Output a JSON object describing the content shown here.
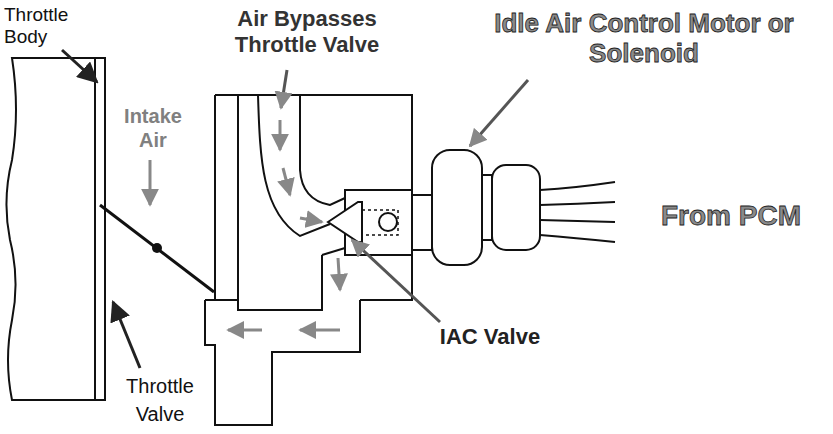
{
  "diagram": {
    "labels": [
      "Throttle Body",
      "Air Bypasses Throttle Valve",
      "Idle Air Control Motor or Solenoid",
      "Intake Air",
      "From PCM",
      "IAC Valve",
      "Throttle Valve"
    ]
  }
}
